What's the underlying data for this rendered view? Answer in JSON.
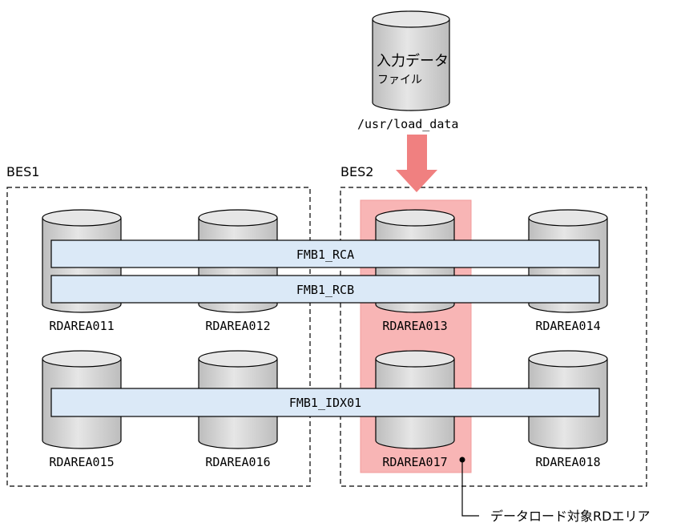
{
  "input_file": {
    "title_line1": "入力データ",
    "title_line2": "ファイル",
    "path": "/usr/load_data"
  },
  "groups": [
    {
      "label": "BES1"
    },
    {
      "label": "BES2"
    }
  ],
  "rdareas": {
    "row1": [
      "RDAREA011",
      "RDAREA012",
      "RDAREA013",
      "RDAREA014"
    ],
    "row2": [
      "RDAREA015",
      "RDAREA016",
      "RDAREA017",
      "RDAREA018"
    ]
  },
  "bands": {
    "rca": "FMB1_RCA",
    "rcb": "FMB1_RCB",
    "idx": "FMB1_IDX01"
  },
  "annotation": "データロード対象RDエリア",
  "colors": {
    "cylinder_fill": "#d9d9d9",
    "band_fill": "#dbe9f7",
    "highlight_fill": "#f7a9a9",
    "highlight_stroke": "#f08a8a",
    "arrow_fill": "#f08080"
  }
}
